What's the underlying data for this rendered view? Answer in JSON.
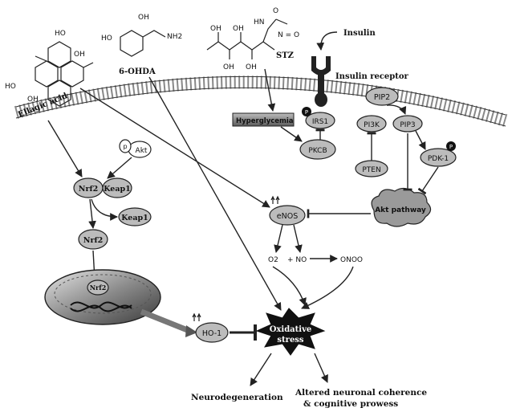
{
  "molecules": {
    "ellagic_acid": {
      "name": "Ellagic acid",
      "oh": [
        "HO",
        "OH",
        "HO",
        "OH"
      ]
    },
    "ohda": {
      "name": "6-OHDA",
      "oh": [
        "HO",
        "OH"
      ],
      "amine": "NH2"
    },
    "stz": {
      "name": "STZ",
      "oh": [
        "OH",
        "OH",
        "OH",
        "OH"
      ],
      "o": "O",
      "nitroso": "N = O",
      "nh": "HN"
    }
  },
  "labels": {
    "insulin": "Insulin",
    "insulin_receptor": "Insulin receptor",
    "hyperglycemia": "Hyperglycemia",
    "oxidative_stress_1": "Oxidative",
    "oxidative_stress_2": "stress",
    "neurodegeneration": "Neurodegeneration",
    "altered_1": "Altered neuronal coherence",
    "altered_2": "& cognitive prowess"
  },
  "nodes": {
    "p_marker": "p",
    "akt": "Akt",
    "nrf2_a": "Nrf2",
    "keap1_a": "Keap1",
    "keap1_b": "Keap1",
    "nrf2_b": "Nrf2",
    "nrf2_nucleus": "Nrf2",
    "ho1": "HO-1",
    "irs1": "IRS1",
    "irs1_p": "P",
    "pkcb": "PKCB",
    "pip2": "PIP2",
    "pi3k": "PI3K",
    "pip3": "PIP3",
    "pten": "PTEN",
    "pdk1": "PDK-1",
    "pdk1_p": "P",
    "enos": "eNOS",
    "akt_pathway": "Akt pathway"
  },
  "species": {
    "superoxide": "O2",
    "nitric_oxide": "+ NO",
    "peroxynitrite": "ONOO"
  }
}
